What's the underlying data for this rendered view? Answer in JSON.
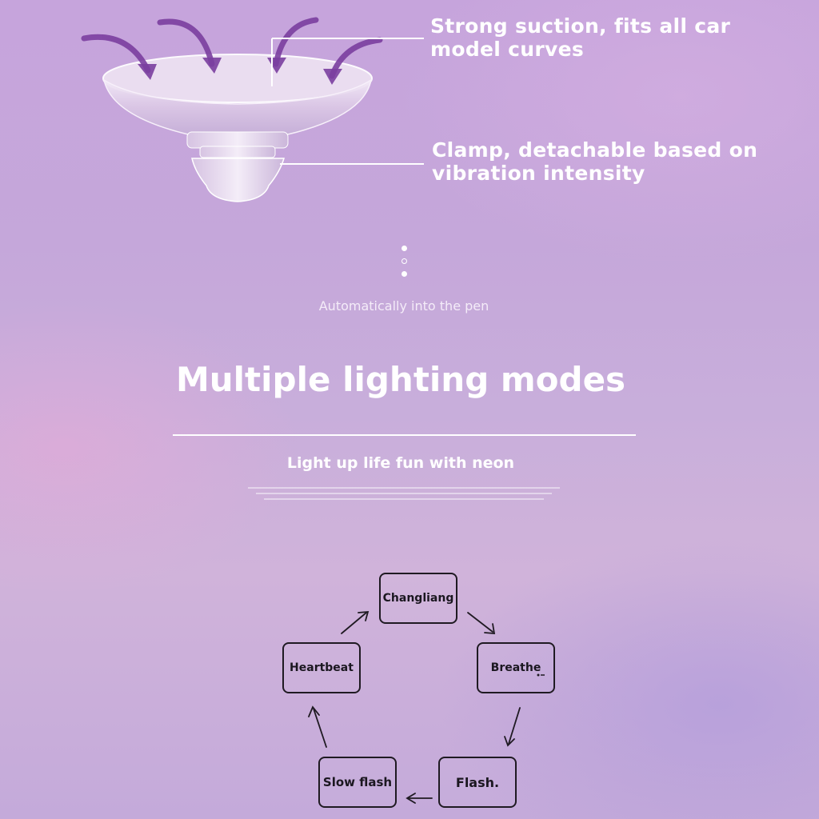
{
  "callouts": {
    "suction": {
      "line1": "Strong suction, fits all car",
      "line2": "model curves"
    },
    "clamp": {
      "line1": "Clamp, detachable based on",
      "line2": "vibration intensity"
    }
  },
  "caption": "Automatically into the pen",
  "heading": "Multiple lighting modes",
  "subtitle": "Light up life fun with neon",
  "modes": {
    "changliang": "Changliang",
    "breathe": "Breathe",
    "flash": "Flash.",
    "slow_flash": "Slow flash",
    "heartbeat": "Heartbeat"
  },
  "colors": {
    "background": "#c6a4dc",
    "text": "#ffffff",
    "box_border": "#1f1a22",
    "arrow": "#7b3fa0"
  },
  "icons": [
    "suction-arrow-icon",
    "mode-cycle-arrow-icon"
  ]
}
